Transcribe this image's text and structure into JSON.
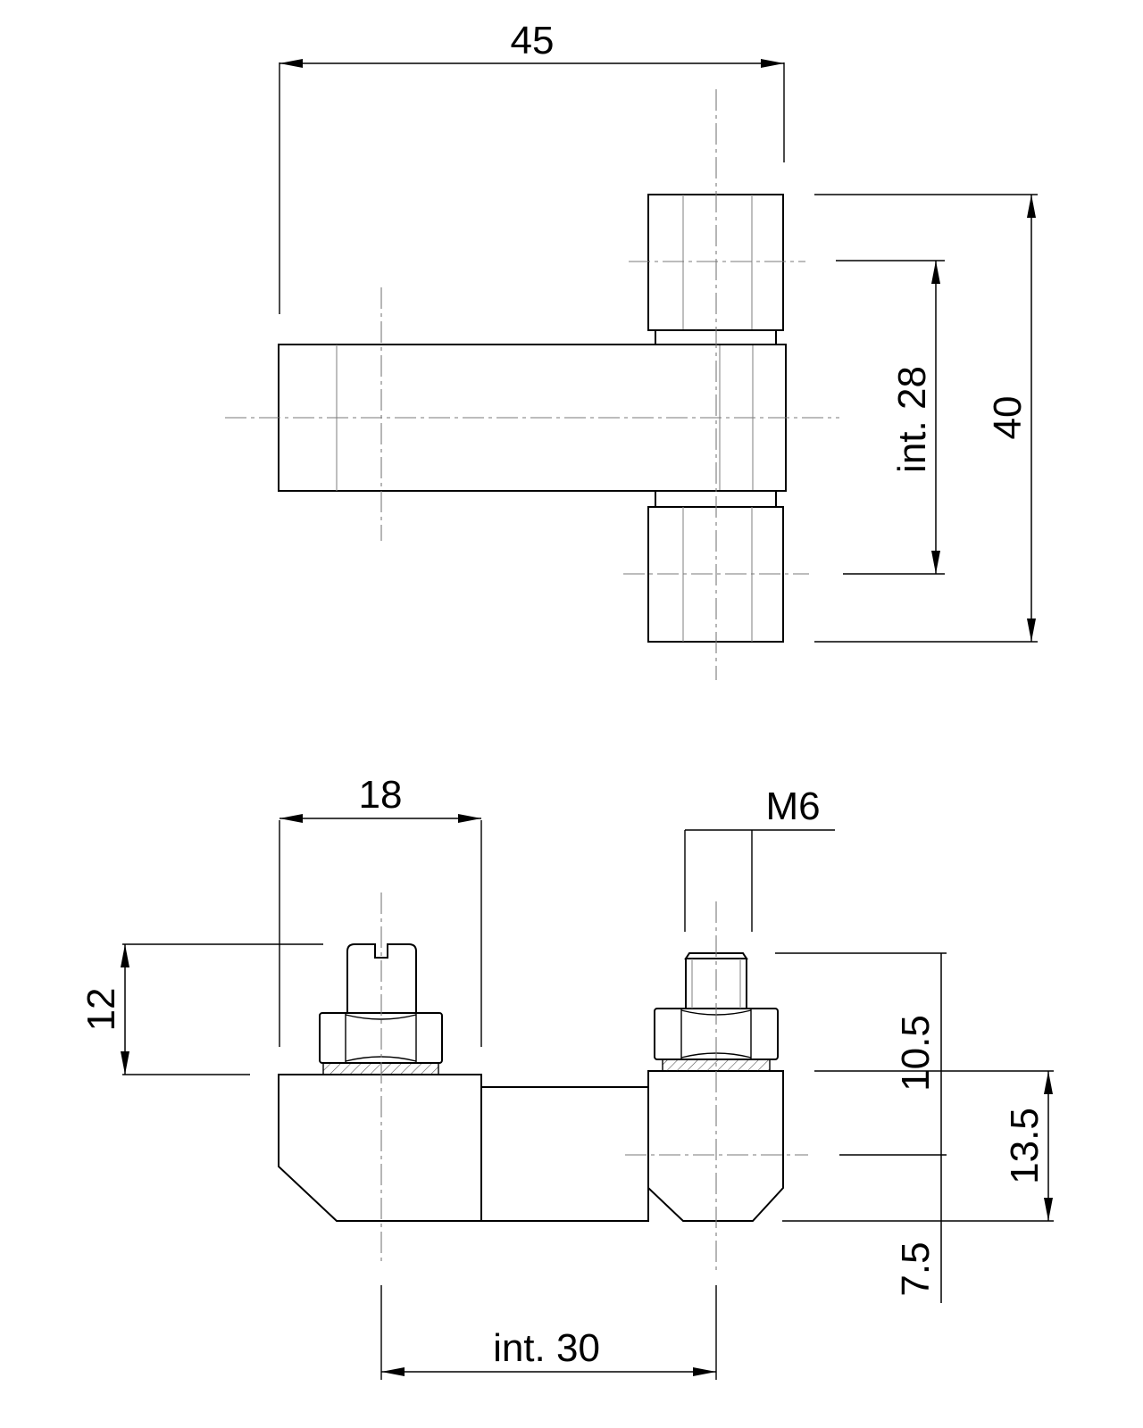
{
  "drawing": {
    "top_view": {
      "dim_overall_width": "45",
      "dim_inner_spacing": "int. 28",
      "dim_overall_height": "40"
    },
    "side_view": {
      "dim_screw_width": "18",
      "dim_thread": "M6",
      "dim_screw_height": "12",
      "dim_stud_height": "10.5",
      "dim_block_height": "13.5",
      "dim_lower_offset": "7.5",
      "dim_center_distance": "int. 30"
    }
  }
}
